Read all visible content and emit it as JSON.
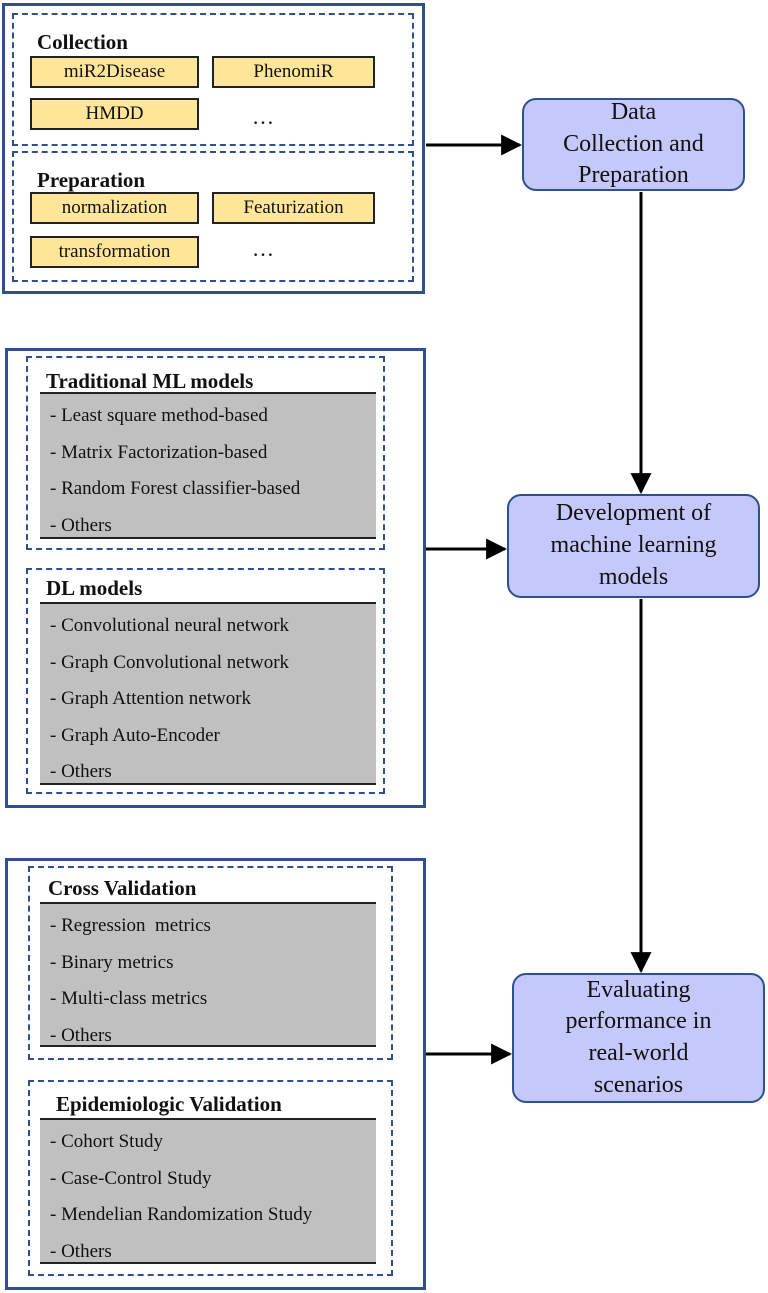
{
  "top_group": {
    "collection": {
      "title": "Collection",
      "items": [
        "miR2Disease",
        "PhenomiR",
        "HMDD",
        "…"
      ]
    },
    "preparation": {
      "title": "Preparation",
      "items": [
        "normalization",
        "Featurization",
        "transformation",
        "…"
      ]
    }
  },
  "middle_group": {
    "traditional": {
      "title": "Traditional ML models",
      "items": [
        "- Least square method-based",
        "- Matrix Factorization-based",
        "- Random Forest classifier-based",
        "- Others"
      ]
    },
    "dl": {
      "title": "DL models",
      "items": [
        "- Convolutional neural network",
        "- Graph Convolutional network",
        "- Graph Attention network",
        "- Graph Auto-Encoder",
        "- Others"
      ]
    }
  },
  "bottom_group": {
    "cross": {
      "title": "Cross Validation",
      "items": [
        "- Regression  metrics",
        "- Binary metrics",
        "- Multi-class metrics",
        "- Others"
      ]
    },
    "epi": {
      "title": "Epidemiologic Validation",
      "items": [
        "- Cohort Study",
        "- Case-Control Study",
        "- Mendelian Randomization Study",
        "- Others"
      ]
    }
  },
  "steps": {
    "step1": [
      "Data",
      "Collection and",
      "Preparation"
    ],
    "step2": [
      "Development of",
      "machine learning",
      "models"
    ],
    "step3": [
      "Evaluating",
      "performance in",
      "real-world",
      "scenarios"
    ]
  },
  "colors": {
    "frame": "#2f4f8f",
    "chip_fill": "#ffe699",
    "panel_fill": "#c0c0c0",
    "step_fill": "#c4c8fa"
  }
}
